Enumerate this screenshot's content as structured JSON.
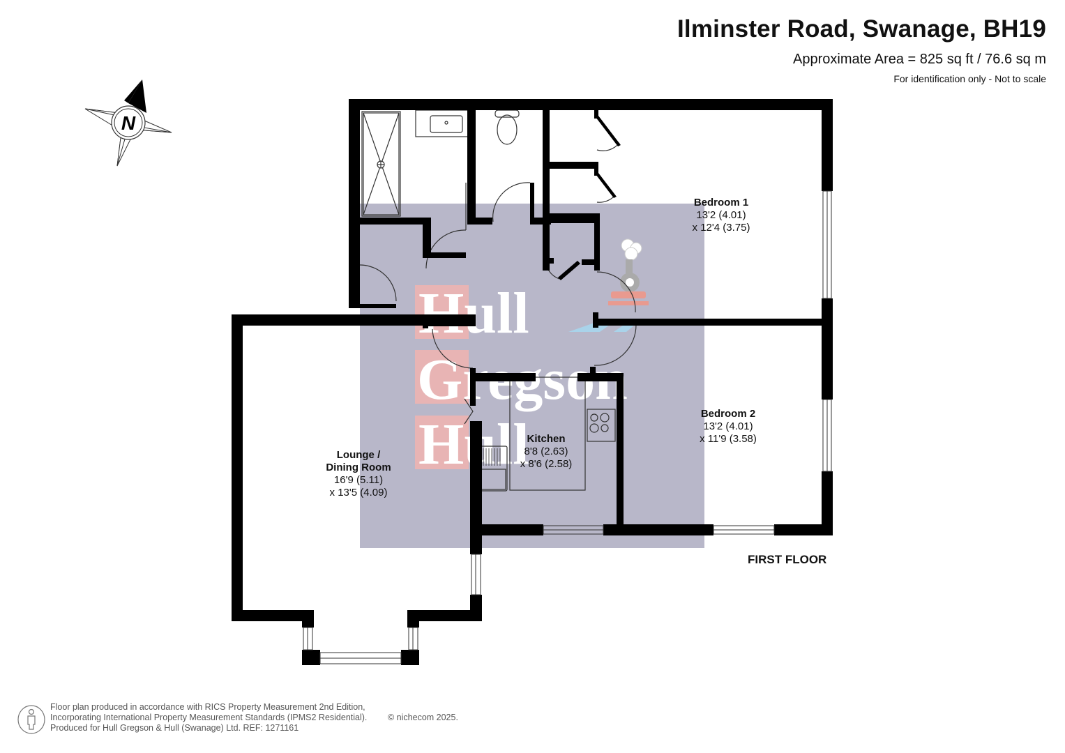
{
  "header": {
    "title": "Ilminster Road, Swanage, BH19",
    "area": "Approximate Area = 825 sq ft / 76.6 sq m",
    "disclaimer": "For identification only - Not to scale"
  },
  "compass": {
    "icon": "north-arrow-compass-icon",
    "letter": "N"
  },
  "watermark": {
    "lines": [
      "Hull",
      "Gregson",
      "Hull"
    ],
    "initials": [
      "H",
      "G",
      "H"
    ],
    "overlay_color": "#b8b7c9",
    "initial_box_color": "#e8b4b4"
  },
  "rooms": [
    {
      "name": "Bedroom 1",
      "dim1": "13'2 (4.01)",
      "dim2": "x 12'4 (3.75)"
    },
    {
      "name": "Bedroom 2",
      "dim1": "13'2 (4.01)",
      "dim2": "x 11'9 (3.58)"
    },
    {
      "name": "Kitchen",
      "dim1": "8'8 (2.63)",
      "dim2": "x 8'6 (2.58)"
    },
    {
      "name_line1": "Lounge /",
      "name_line2": "Dining Room",
      "dim1": "16'9 (5.11)",
      "dim2": "x 13'5 (4.09)"
    }
  ],
  "floor_label": "FIRST FLOOR",
  "footer": {
    "line1": "Floor plan produced in accordance with RICS Property Measurement 2nd Edition,",
    "line2": "Incorporating International Property Measurement Standards (IPMS2 Residential).",
    "line3": "Produced for Hull Gregson & Hull (Swanage) Ltd.   REF:  1271161",
    "copyright": "© nichecom 2025."
  },
  "colors": {
    "wall": "#000000",
    "overlay": "#b8b7c9",
    "logo_pink": "#e8b4b4",
    "logo_blue": "#a9d3ea"
  }
}
